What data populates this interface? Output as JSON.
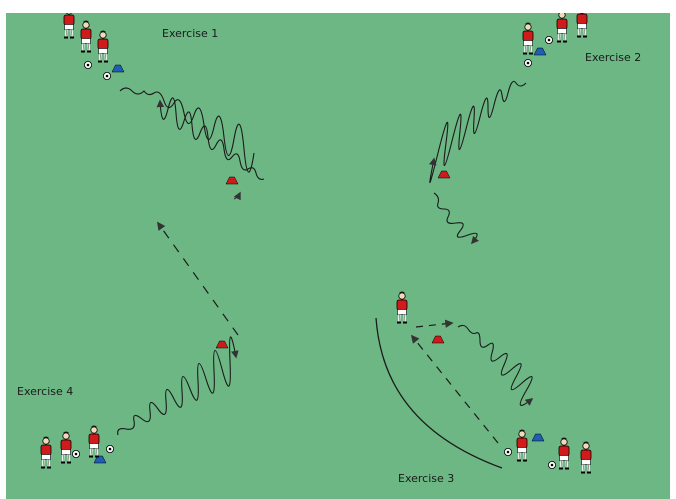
{
  "diagram": {
    "field_color": "#6cb784",
    "player_shirt_color": "#d11a1a",
    "player_shorts_color": "#ffffff",
    "cone_colors": {
      "red": "#cc1b1b",
      "blue": "#1f5fb3"
    },
    "line_color": "#1b1b1b",
    "exercises": [
      {
        "label": "Exercise 1"
      },
      {
        "label": "Exercise 2"
      },
      {
        "label": "Exercise 3"
      },
      {
        "label": "Exercise 4"
      }
    ]
  }
}
